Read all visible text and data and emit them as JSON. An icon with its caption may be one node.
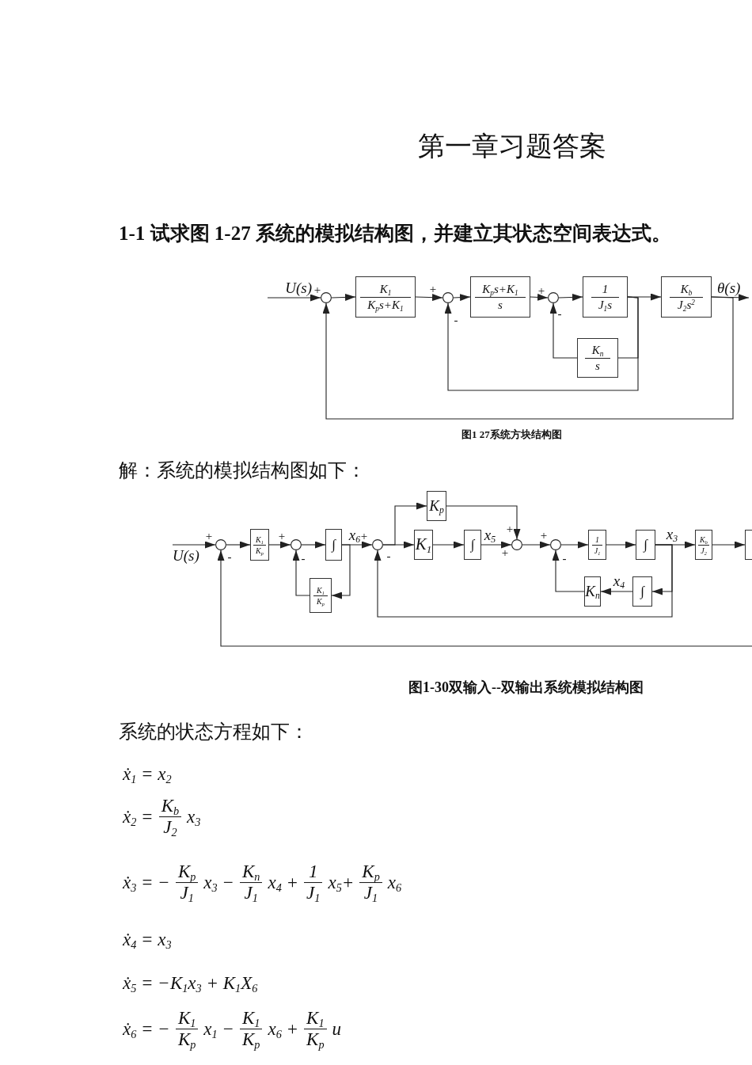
{
  "diagram": {
    "title": "第一章习题答案",
    "nodes": [
      {
        "text": [
          "U(s)"
        ]
      },
      {
        "text": [],
        "shape": "circle",
        "beside": [
          "+"
        ]
      },
      {
        "text": [
          "K$_{1}$",
          "K$_{p}$s+K$_{1}$"
        ]
      },
      {
        "text": [],
        "shape": "circle",
        "beside": [
          "+",
          "-"
        ]
      },
      {
        "text": [
          "K$_{p}$s+K$_{1}$",
          "s"
        ]
      },
      {
        "text": [],
        "shape": "circle",
        "beside": [
          "+",
          "-"
        ]
      },
      {
        "text": [
          "1",
          "J$_{1}$s"
        ]
      },
      {
        "text": [
          "K$_{b}$",
          "J$_{2}$s$^{2}$"
        ]
      },
      {
        "text": [
          "θ(s)"
        ]
      },
      {
        "text": [
          "K$_{n}$",
          "s"
        ]
      },
      {
        "text": [
          "U(s)"
        ]
      },
      {
        "text": [],
        "shape": "circle",
        "beside": [
          "+",
          "-"
        ]
      },
      {
        "text": [
          "K$_{1}$",
          "K$_{p}$"
        ]
      },
      {
        "text": [],
        "shape": "circle",
        "beside": [
          "+",
          "-"
        ]
      },
      {
        "text": [
          "∫"
        ]
      },
      {
        "text": [],
        "shape": "circle",
        "beside": [
          "+",
          "-"
        ]
      },
      {
        "text": [
          "K$_{p}$"
        ]
      },
      {
        "text": [
          "K$_{1}$"
        ]
      },
      {
        "text": [
          "∫"
        ]
      },
      {
        "text": [],
        "shape": "circle",
        "beside": [
          "+",
          "+"
        ]
      },
      {
        "text": [],
        "shape": "circle",
        "beside": [
          "+",
          "-"
        ]
      },
      {
        "text": [
          "1",
          "J$_{1}$"
        ]
      },
      {
        "text": [
          "∫"
        ]
      },
      {
        "text": [
          "K$_{b}$",
          "J$_{2}$"
        ]
      },
      {
        "text": [],
        "shape": "box"
      },
      {
        "text": [
          "K$_{1}$",
          "K$_{p}$"
        ]
      },
      {
        "text": [
          "K$_{n}$"
        ]
      },
      {
        "text": [
          "∫"
        ]
      }
    ],
    "edges": [
      {
        "from": 0,
        "to": 1,
        "arrow": "to"
      },
      {
        "from": 1,
        "to": 2,
        "arrow": "to"
      },
      {
        "from": 2,
        "to": 3,
        "arrow": "to"
      },
      {
        "from": 3,
        "to": 4,
        "arrow": "to"
      },
      {
        "from": 4,
        "to": 5,
        "arrow": "to"
      },
      {
        "from": 5,
        "to": 6,
        "arrow": "to"
      },
      {
        "from": 6,
        "to": 7,
        "arrow": "to"
      },
      {
        "from": 7,
        "to": 8,
        "arrow": "to"
      },
      {
        "from": 7,
        "to": 1,
        "arrow": "to"
      },
      {
        "from": 6,
        "to": 9,
        "arrow": "none"
      },
      {
        "from": 9,
        "to": 5,
        "arrow": "to"
      },
      {
        "from": 6,
        "to": 3,
        "arrow": "to"
      },
      {
        "from": 10,
        "to": 11,
        "arrow": "to"
      },
      {
        "from": 11,
        "to": 12,
        "arrow": "to"
      },
      {
        "from": 12,
        "to": 13,
        "arrow": "to"
      },
      {
        "from": 13,
        "to": 14,
        "arrow": "to"
      },
      {
        "from": 14,
        "to": 15,
        "arrow": "to",
        "label": "x$_{6}$"
      },
      {
        "from": 14,
        "to": 25,
        "arrow": "to"
      },
      {
        "from": 25,
        "to": 13,
        "arrow": "to"
      },
      {
        "from": 15,
        "to": 16,
        "arrow": "to"
      },
      {
        "from": 15,
        "to": 17,
        "arrow": "to"
      },
      {
        "from": 17,
        "to": 18,
        "arrow": "to"
      },
      {
        "from": 18,
        "to": 19,
        "arrow": "to",
        "label": "x$_{5}$"
      },
      {
        "from": 16,
        "to": 19,
        "arrow": "to"
      },
      {
        "from": 19,
        "to": 20,
        "arrow": "to"
      },
      {
        "from": 20,
        "to": 21,
        "arrow": "to"
      },
      {
        "from": 21,
        "to": 22,
        "arrow": "to"
      },
      {
        "from": 22,
        "to": 23,
        "arrow": "to",
        "label": "x$_{3}$"
      },
      {
        "from": 23,
        "to": 24,
        "arrow": "to"
      },
      {
        "from": 22,
        "to": 27,
        "arrow": "to"
      },
      {
        "from": 27,
        "to": 26,
        "arrow": "to",
        "label": "x$_{4}$"
      },
      {
        "from": 26,
        "to": 20,
        "arrow": "to"
      },
      {
        "from": 22,
        "to": 15,
        "arrow": "to"
      },
      {
        "from": null,
        "to": 11,
        "arrow": "to"
      }
    ],
    "labels": [
      "1-1 试求图 1-27 系统的模拟结构图，并建立其状态空间表达式。",
      "图1 27系统方块结构图",
      "解：系统的模拟结构图如下：",
      "图1-30双输入--双输出系统模拟结构图",
      "系统的状态方程如下：",
      "ẋ$_{1}$ = x$_{2}$",
      "ẋ$_{2}$ =",
      "K$_{b}$",
      "J$_{2}$",
      "x$_{3}$",
      "ẋ$_{3}$ = −",
      "K$_{p}$",
      "J$_{1}$",
      "x$_{3}$ −",
      "K$_{n}$",
      "J$_{1}$",
      "x$_{4}$ +",
      "1",
      "J$_{1}$",
      "x$_{5}$+",
      "K$_{p}$",
      "J$_{1}$",
      "x$_{6}$",
      "ẋ$_{4}$ = x$_{3}$",
      "ẋ$_{5}$ = −K$_{1}$x$_{3}$ + K$_{1}$X$_{6}$",
      "ẋ$_{6}$ = −",
      "K$_{1}$",
      "K$_{p}$",
      "x$_{1}$ −",
      "K$_{1}$",
      "K$_{p}$",
      "x$_{6}$ +",
      "K$_{1}$",
      "K$_{p}$",
      "u"
    ]
  }
}
